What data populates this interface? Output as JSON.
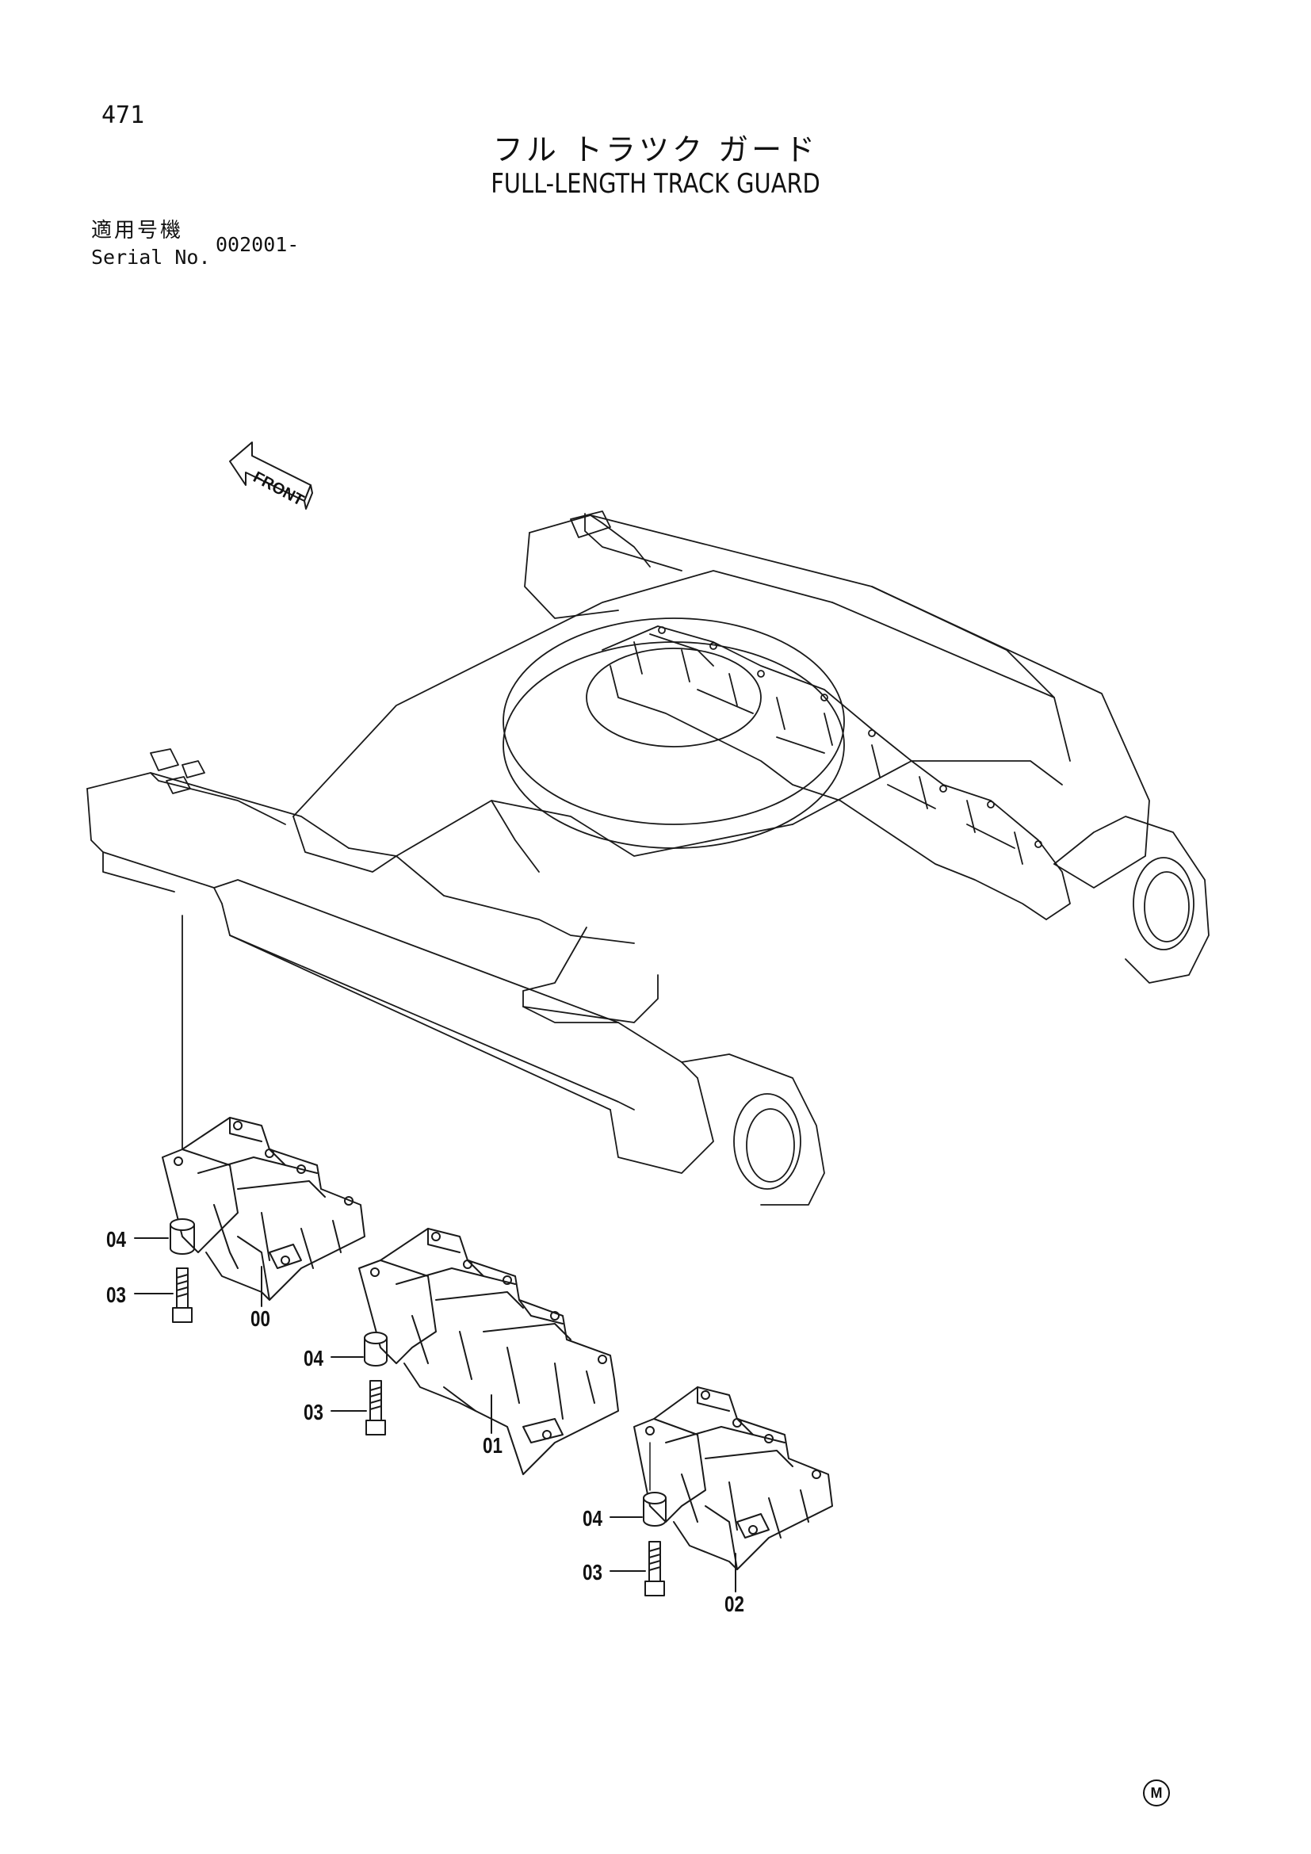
{
  "page_number": "471",
  "title_jp": "フル トラツク ガード",
  "title_en": "FULL-LENGTH TRACK GUARD",
  "serial_label_jp": "適用号機",
  "serial_label_en": "Serial No.",
  "serial_value": "002001-",
  "front_label": "FRONT",
  "callouts": {
    "c1_04": "04",
    "c1_03": "03",
    "c1_00": "00",
    "c2_04": "04",
    "c2_03": "03",
    "c2_01": "01",
    "c3_04": "04",
    "c3_03": "03",
    "c3_02": "02"
  },
  "mark": "M"
}
